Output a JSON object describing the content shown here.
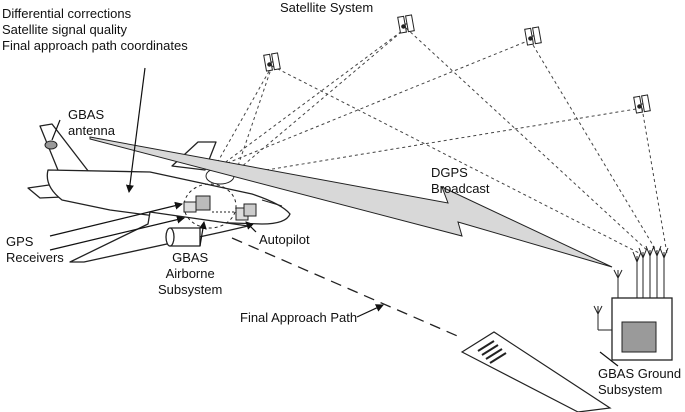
{
  "labels": {
    "satellite_system": "Satellite System",
    "info_list": [
      "Differential corrections",
      "Satellite signal quality",
      "Final approach path coordinates"
    ],
    "gbas_antenna": [
      "GBAS",
      "antenna"
    ],
    "gps_receivers": [
      "GPS",
      "Receivers"
    ],
    "gbas_airborne": [
      "GBAS",
      "Airborne",
      "Subsystem"
    ],
    "autopilot": "Autopilot",
    "dgps_broadcast": [
      "DGPS",
      "Broadcast"
    ],
    "final_approach_path": "Final Approach Path",
    "gbas_ground": [
      "GBAS Ground",
      "Subsystem"
    ]
  },
  "icons": {
    "satellite": "satellite-icon",
    "aircraft": "aircraft-icon",
    "ground_station": "ground-station-icon",
    "runway": "runway-icon",
    "broadcast_bolt": "lightning-bolt-icon"
  }
}
